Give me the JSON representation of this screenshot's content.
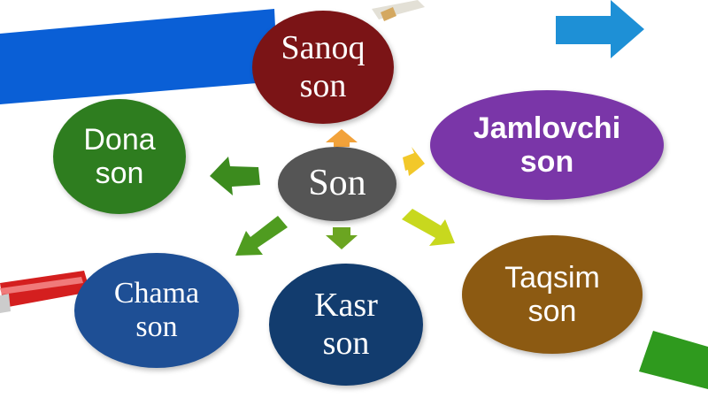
{
  "diagram": {
    "center": {
      "line1": "Son",
      "color": "#555555"
    },
    "nodes": {
      "sanoq": {
        "line1": "Sanoq",
        "line2": "son",
        "color": "#7b1416"
      },
      "jamlovchi": {
        "line1": "Jamlovchi",
        "line2": "son",
        "color": "#7a36a8"
      },
      "taqsim": {
        "line1": "Taqsim",
        "line2": "son",
        "color": "#8c5a12"
      },
      "kasr": {
        "line1": "Kasr",
        "line2": "son",
        "color": "#123c6e"
      },
      "chama": {
        "line1": "Chama",
        "line2": "son",
        "color": "#1e4f95"
      },
      "dona": {
        "line1": "Dona",
        "line2": "son",
        "color": "#2e7d1f"
      }
    },
    "arrow_colors": {
      "up": "#f2a23a",
      "up_right": "#f2c82a",
      "down_right": "#c8d81e",
      "down": "#6ba521",
      "down_left": "#4f9c20",
      "left": "#3c8b1e"
    },
    "decor_colors": {
      "blue_band": "#0a5fd6",
      "top_right_arrow": "#1e90d6",
      "bottom_right_band": "#2f9a1e",
      "pencil_body": "#d41f1f"
    }
  }
}
